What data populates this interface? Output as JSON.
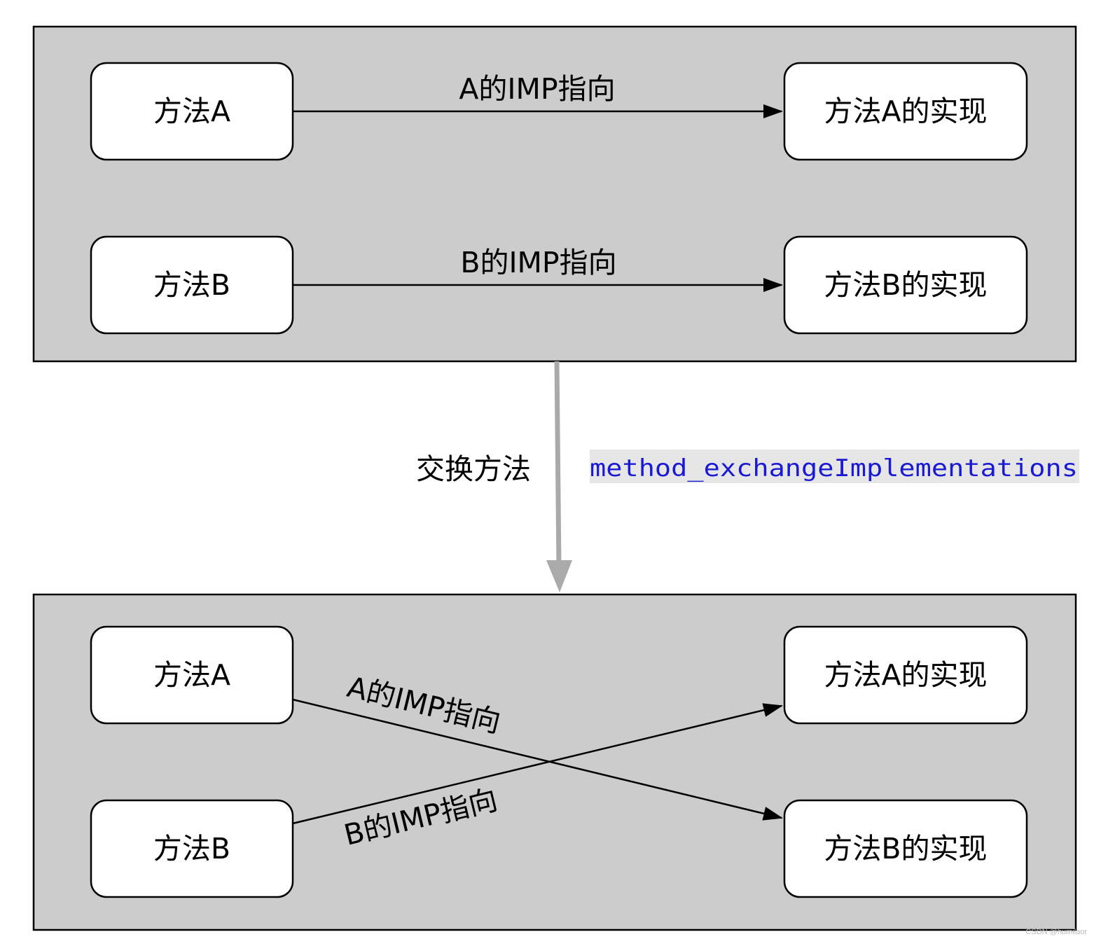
{
  "before": {
    "method_a": "方法A",
    "method_b": "方法B",
    "impl_a": "方法A的实现",
    "impl_b": "方法B的实现",
    "edge_a": "A的IMP指向",
    "edge_b": "B的IMP指向"
  },
  "transition": {
    "label": "交换方法",
    "code": "method_exchangeImplementations"
  },
  "after": {
    "method_a": "方法A",
    "method_b": "方法B",
    "impl_a": "方法A的实现",
    "impl_b": "方法B的实现",
    "edge_a": "A的IMP指向",
    "edge_b": "B的IMP指向"
  },
  "watermark": "CSDN @humilaor",
  "colors": {
    "panel": "#cccccc",
    "swap_arrow": "#aaaaaa",
    "code_text": "#1a1ad4"
  }
}
